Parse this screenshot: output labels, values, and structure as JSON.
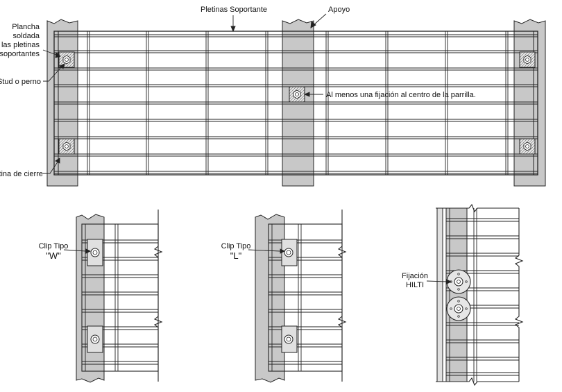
{
  "labels": {
    "pletinas_soportante": "Pletinas Soportante",
    "apoyo": "Apoyo",
    "plancha_1": "Plancha",
    "plancha_2": "soldada",
    "plancha_3": "a las pletinas",
    "plancha_4": "soportantes",
    "stud": "Stud o perno",
    "fijacion_centro": "Al menos una fijación al centro de la parrilla.",
    "pletina_cierre": "Pletina de cierre",
    "clip_w_1": "Clip Tipo",
    "clip_w_2": "\"W\"",
    "clip_l_1": "Clip Tipo",
    "clip_l_2": "\"L\"",
    "hilti_1": "Fijación",
    "hilti_2": "HILTI"
  },
  "colors": {
    "support": "#c8c8c8",
    "line": "#222222",
    "plate": "#e0e0e0"
  }
}
